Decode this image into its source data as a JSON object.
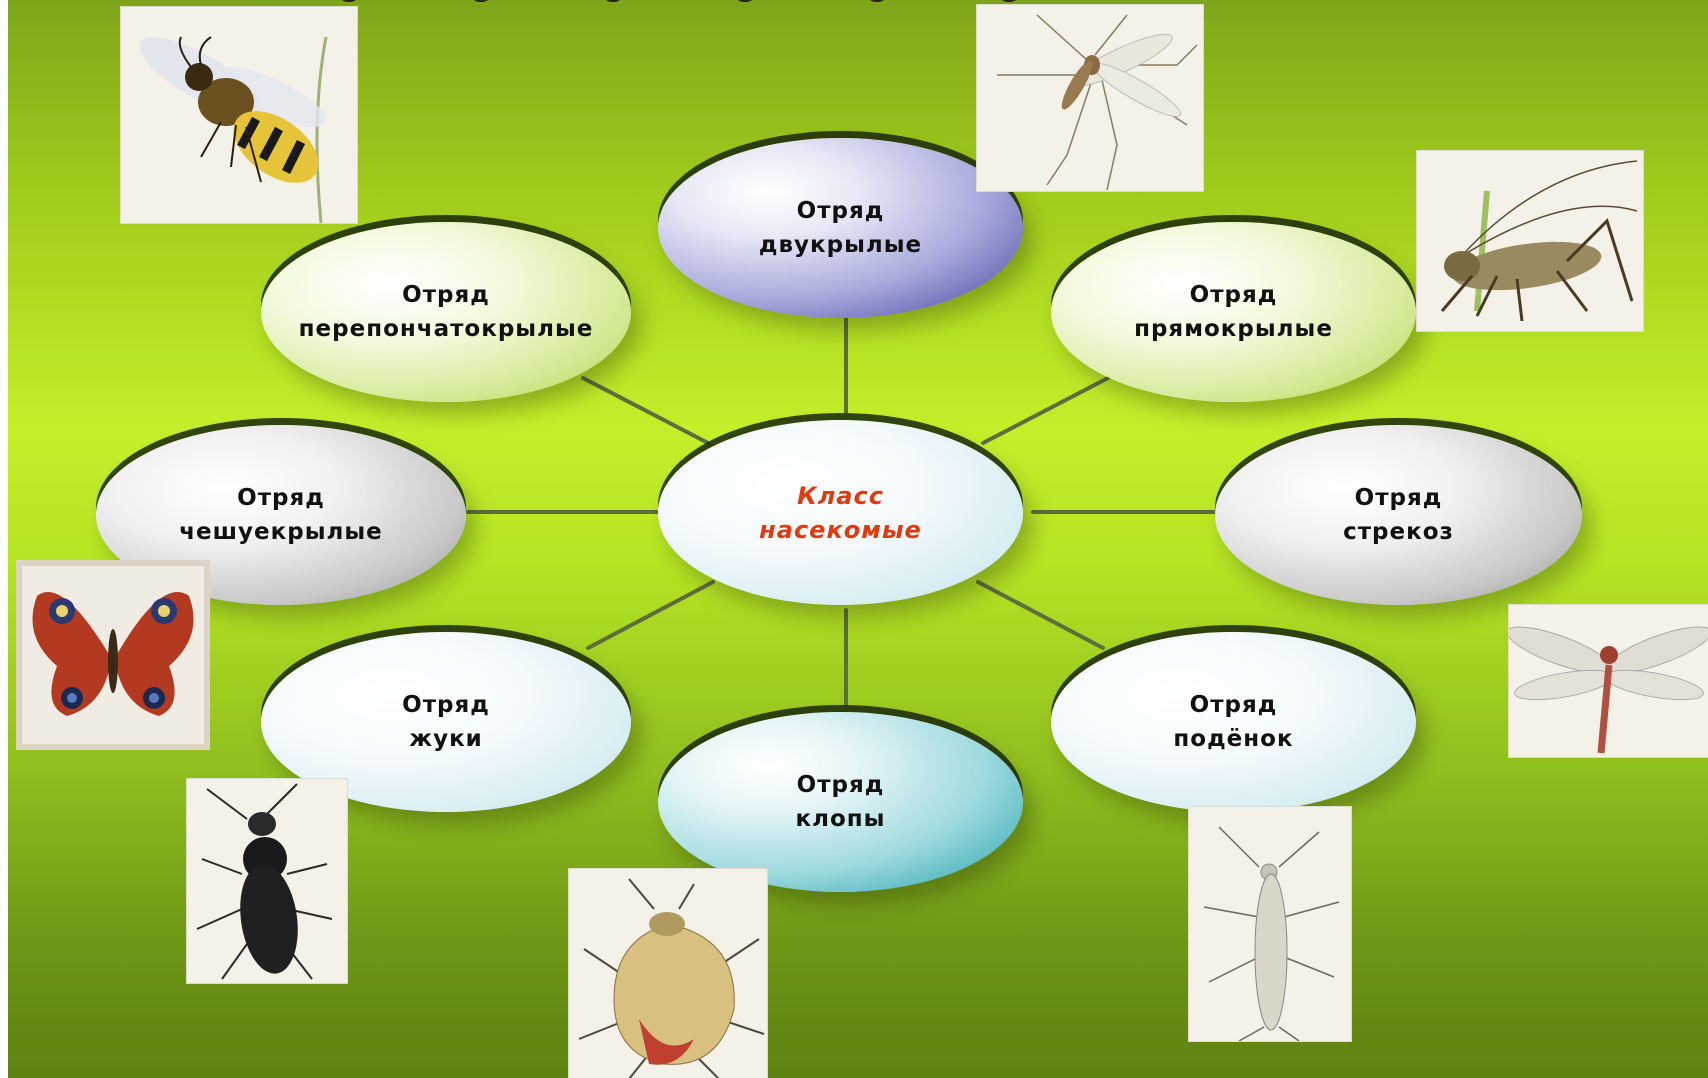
{
  "center": {
    "line1": "Класс",
    "line2": "насекомые"
  },
  "nodes": [
    {
      "id": "dipteran",
      "line1": "Отряд",
      "line2": "двукрылые"
    },
    {
      "id": "hymenoptera",
      "line1": "Отряд",
      "line2": "перепончатокрылые"
    },
    {
      "id": "orthoptera",
      "line1": "Отряд",
      "line2": "прямокрылые"
    },
    {
      "id": "lepidoptera",
      "line1": "Отряд",
      "line2": "чешуекрылые"
    },
    {
      "id": "odonata",
      "line1": "Отряд",
      "line2": "стрекоз"
    },
    {
      "id": "coleoptera",
      "line1": "Отряд",
      "line2": "жуки"
    },
    {
      "id": "ephemeroptera",
      "line1": "Отряд",
      "line2": "подёнок"
    },
    {
      "id": "hemiptera",
      "line1": "Отряд",
      "line2": "клопы"
    }
  ],
  "images": [
    {
      "name": "wasp-image"
    },
    {
      "name": "mosquito-image"
    },
    {
      "name": "grasshopper-image"
    },
    {
      "name": "butterfly-image"
    },
    {
      "name": "dragonfly-image"
    },
    {
      "name": "beetle-image"
    },
    {
      "name": "shield-bug-image"
    },
    {
      "name": "mayfly-image"
    }
  ],
  "colors": {
    "background": "#b5e424",
    "center_text": "#e03a10",
    "connector": "#5c6e3c",
    "dipteran_node": "#3d3f9c",
    "hemiptera_node": "#1c9ea8"
  }
}
